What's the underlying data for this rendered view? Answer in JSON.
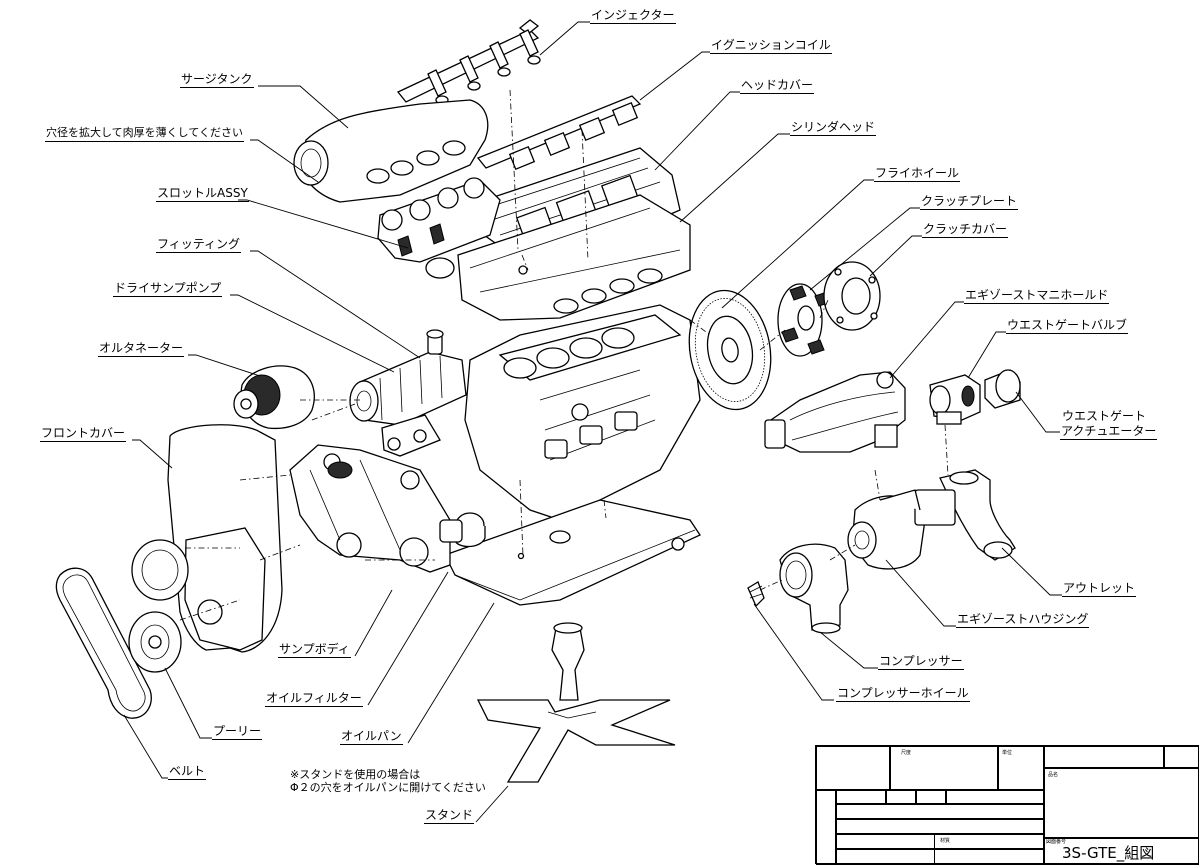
{
  "labels": {
    "injector": "インジェクター",
    "ignition_coil": "イグニッションコイル",
    "head_cover": "ヘッドカバー",
    "cylinder_head": "シリンダヘッド",
    "surge_tank": "サージタンク",
    "surge_tank_note": "穴径を拡大して肉厚を薄くしてください",
    "throttle_assy": "スロットルASSY",
    "fitting": "フィッティング",
    "dry_sump_pump": "ドライサンプポンプ",
    "alternator": "オルタネーター",
    "front_cover": "フロントカバー",
    "sump_body": "サンプボディ",
    "oil_filter": "オイルフィルター",
    "oil_pan": "オイルパン",
    "pulley": "プーリー",
    "belt": "ベルト",
    "stand": "スタンド",
    "flywheel": "フライホイール",
    "clutch_plate": "クラッチプレート",
    "clutch_cover": "クラッチカバー",
    "exhaust_manifold": "エギゾーストマニホールド",
    "wastegate_valve": "ウエストゲートバルブ",
    "wastegate_actuator_1": "ウエストゲート",
    "wastegate_actuator_2": "アクチュエーター",
    "outlet": "アウトレット",
    "exhaust_housing": "エギゾーストハウジング",
    "compressor": "コンプレッサー",
    "compressor_wheel": "コンプレッサーホイール"
  },
  "stand_note": {
    "line1": "※スタンドを使用の場合は",
    "line2": "Φ２の穴をオイルパンに開けてください"
  },
  "title_block": {
    "drawing_title": "3S-GTE_組図",
    "dwg_no_label": "図面番号",
    "name_label": "品名",
    "material_label": "材質",
    "scale_label": "尺度",
    "unit_label": "単位"
  }
}
